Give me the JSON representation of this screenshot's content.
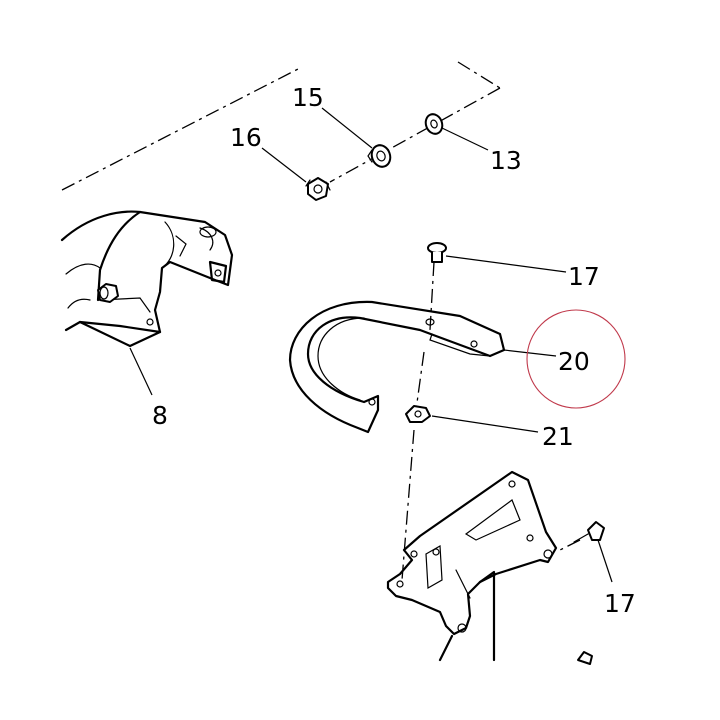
{
  "callouts": {
    "c15": "15",
    "c16": "16",
    "c13": "13",
    "c17a": "17",
    "c8": "8",
    "c20": "20",
    "c21": "21",
    "c17b": "17"
  },
  "highlight": {
    "target": "20",
    "color": "#c0394b"
  }
}
